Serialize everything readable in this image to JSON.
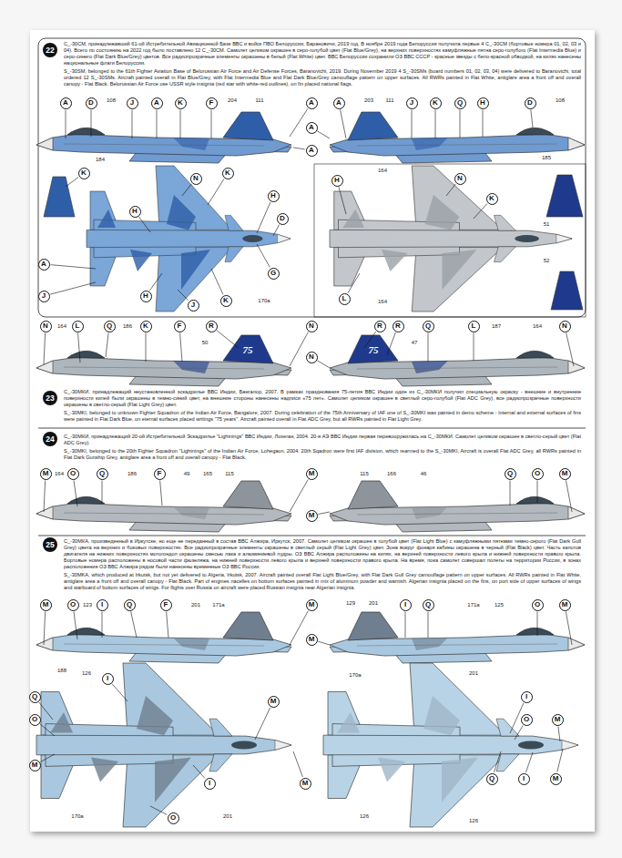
{
  "diagram": {
    "nodes": [
      {
        "text": [
          "22"
        ]
      },
      {
        "text": [
          "A"
        ]
      },
      {
        "text": [
          "D"
        ]
      },
      {
        "text": [
          "J"
        ]
      },
      {
        "text": [
          "A"
        ]
      },
      {
        "text": [
          "K"
        ]
      },
      {
        "text": [
          "F"
        ]
      },
      {
        "text": [
          "A"
        ]
      },
      {
        "text": [
          "A"
        ]
      },
      {
        "text": [
          "A"
        ]
      },
      {
        "text": [
          "A"
        ]
      },
      {
        "text": [
          "J"
        ]
      },
      {
        "text": [
          "K"
        ]
      },
      {
        "text": [
          "Q"
        ]
      },
      {
        "text": [
          "H"
        ]
      },
      {
        "text": [
          "D"
        ]
      },
      {
        "text": [
          "K"
        ]
      },
      {
        "text": [
          "H"
        ]
      },
      {
        "text": [
          "N"
        ]
      },
      {
        "text": [
          "K"
        ]
      },
      {
        "text": [
          "H"
        ]
      },
      {
        "text": [
          "D"
        ]
      },
      {
        "text": [
          "G"
        ]
      },
      {
        "text": [
          "A"
        ]
      },
      {
        "text": [
          "J"
        ]
      },
      {
        "text": [
          "H"
        ]
      },
      {
        "text": [
          "J"
        ]
      },
      {
        "text": [
          "K"
        ]
      },
      {
        "text": [
          "H"
        ]
      },
      {
        "text": [
          "N"
        ]
      },
      {
        "text": [
          "K"
        ]
      },
      {
        "text": [
          "L"
        ]
      },
      {
        "text": [
          "23"
        ]
      },
      {
        "text": [
          "N"
        ]
      },
      {
        "text": [
          "L"
        ]
      },
      {
        "text": [
          "Q"
        ]
      },
      {
        "text": [
          "K"
        ]
      },
      {
        "text": [
          "F"
        ]
      },
      {
        "text": [
          "R"
        ]
      },
      {
        "text": [
          "N"
        ]
      },
      {
        "text": [
          "N"
        ]
      },
      {
        "text": [
          "R"
        ]
      },
      {
        "text": [
          "R"
        ]
      },
      {
        "text": [
          "Q"
        ]
      },
      {
        "text": [
          "L"
        ]
      },
      {
        "text": [
          "N"
        ]
      },
      {
        "text": [
          "24"
        ]
      },
      {
        "text": [
          "M"
        ]
      },
      {
        "text": [
          "O"
        ]
      },
      {
        "text": [
          "Q"
        ]
      },
      {
        "text": [
          "F"
        ]
      },
      {
        "text": [
          "M"
        ]
      },
      {
        "text": [
          "M"
        ]
      },
      {
        "text": [
          "Q"
        ]
      },
      {
        "text": [
          "O"
        ]
      },
      {
        "text": [
          "M"
        ]
      },
      {
        "text": [
          "25"
        ]
      },
      {
        "text": [
          "M"
        ]
      },
      {
        "text": [
          "O"
        ]
      },
      {
        "text": [
          "I"
        ]
      },
      {
        "text": [
          "Q"
        ]
      },
      {
        "text": [
          "F"
        ]
      },
      {
        "text": [
          "M"
        ]
      },
      {
        "text": [
          "M"
        ]
      },
      {
        "text": [
          "I"
        ]
      },
      {
        "text": [
          "Q"
        ]
      },
      {
        "text": [
          "O"
        ]
      },
      {
        "text": [
          "M"
        ]
      },
      {
        "text": [
          "I"
        ]
      },
      {
        "text": [
          "Q"
        ]
      },
      {
        "text": [
          "O"
        ]
      },
      {
        "text": [
          "M"
        ]
      },
      {
        "text": [
          "M"
        ]
      },
      {
        "text": [
          "I"
        ]
      },
      {
        "text": [
          "O"
        ]
      },
      {
        "text": [
          "M"
        ]
      },
      {
        "text": [
          "I"
        ]
      },
      {
        "text": [
          "O"
        ]
      },
      {
        "text": [
          "M"
        ]
      },
      {
        "text": [
          "Q"
        ]
      },
      {
        "text": [
          "I"
        ]
      },
      {
        "text": [
          "M"
        ]
      }
    ],
    "labels": [
      "С_-30СМ, принадлежавший 61-ой Истребительной Авиационной Базе ВВС и войск ПВО Белоруссии, Барановичи, 2019 год. В ноябре 2019 года Белоруссия получила первые 4 С_-30СМ (бортовые номера 01, 02, 03 и 04). Всего по состоянию на 2022 год было поставлено 12 С_-30СМ. Самолет целиком окрашен в серо-голубой цвет (Flat Blue/Grey), на верхних поверхностях камуфляжные пятна серо-голубого (Flat Intermedia Blue) и серо-синего (Flat Dark Blue/Grey) цветов. Все радиопрозрачные элементы окрашены в белый (Flat White) цвет. ВВС Белоруссии сохранили ОЗ ВВС СССР - красные звезды с бело-красной обводкой, на килях нанесены национальные флаги Белоруссии.",
      "S_-30SM, belonged to the 61th Fighter Aviation Base of Belorussian Air Force and Air Defense Forces, Baranovichi, 2019. During November 2019 4 S_-30SMs (board numbers 01, 02, 03, 04) were delivered to Baranovichi, total ordered 12 S_-30SMs. Aircraft painted overall in Flat Blue/Grey, with Flat Intermedia Blue and Flat Dark Blue/Grey camouflage pattern on upper surfaces. All RWRs painted in Flat White, antiglare area a front off and overall canopy - Flat Black. Belorussian Air Force use USSR style insignia (red star with white-red outlines), on fin placed national flags.",
      "108",
      "204",
      "111",
      "203",
      "111",
      "108",
      "184",
      "185",
      "170a",
      "164",
      "51",
      "52",
      "164",
      "164",
      "186",
      "50",
      "75",
      "47",
      "75",
      "187",
      "164",
      "С_-30МКИ, принадлежащий неустановленной эскадрилье ВВС Индии, Бангалор, 2007. В рамках празднования 75-летия ВВС Индии один из С_-30МКИ получил специальную окраску - внешние и внутренние поверхности килей были окрашены в темно-синий цвет, на внешние стороны нанесены надписи «75 лет». Самолет целиком окрашен в светлый серо-голубой (Flat ADC Grey), все радиопрозрачные поверхности окрашены в светло-серый (Flat Light Grey) цвет.",
      "S_-30MKI, belonged to unknown Fighter Squadron of the Indian Air Force, Bangalore, 2007. During celebration of the 75th Anniversary of IAF one of S_-30MKI was painted in demo scheme - internal and external surfaces of fins were painted in Flat Dark Blue, on eternal surfaces placed writings \"75 years\". Aircraft painted overall in Flat ADC Grey, but all RWRs painted in Flat Light Grey.",
      "С_-30МКИ, принадлежащий 20-ой Истребительной Эскадрилье \"Lightnings\" ВВС Индии, Лохеган, 2004. 20-я АЭ ВВС Индии первая перевооружилась на С_-30МКИ. Самолет целиком окрашен в светло-серый цвет (Flat ADC Grey).",
      "S_-30MKI, belonged to the 20th Fighter Squadron \"Lightnings\" of the Indian Air Force, Lohegaon, 2004. 20th Sqadron were first IAF division, which rearmed to the S_-30MKI, Aircraft is overall Flat ADC Grey, all RWRs painted in Flat Dark Gunship Grey, antiglare area a front off and overall canopy - Flat Black.",
      "164",
      "186",
      "49",
      "165",
      "115",
      "115",
      "166",
      "46",
      "С_-30МКА, произведенный в Иркутске, но еще не переданный в состав ВВС Алжира, Иркутск, 2007. Самолет целиком окрашен в голубой цвет (Flat Light Blue) с камуфляжными пятнами темно-серого (Flat Dark Gull Grey) цвета на верхних и боковых поверхностях. Все радиопрозрачные элементы окрашены в светлый серый (Flat Light Grey) цвет. Зона вокруг фонаря кабины окрашена в черный (Flat Black) цвет. Часть капотов двигателя на нижних поверхностях мотогондол окрашены смесью лака и алюминиевой пудры. ОЗ ВВС Алжира расположены на килях, на верхней поверхности левого крыла и нижней поверхности правого крыла. Бортовые номера расположены в носовой части фюзеляжа, на нижней поверхности левого крыла и верхней поверхности правого крыла. На время, пока самолет совершал полеты на территории России, в зонах расположения ОЗ ВВС Алжира рядом были нанесены временные ОЗ ВВС России.",
      "S_-30MKA, which produced at Irkutsk, but not yet delivered to Algeria, Irkutsk, 2007. Aircraft painted overall Flat Light Blue/Grey, with Flat Dark Gull Grey camouflage pattern on upper surfaces. All RWRs painted in Flat White, antiglare area a front off and overall canopy - Flat Black. Part of engines nacelles on bottom surfaces painted in mix of aluminum powder and warnish. Algerian insignia placed on the fins, on port side of upper surfaces of wings and starboard of bottom surfaces of wings. For flights over Russia on aircraft were placed Russian insignia near Algerian insignia.",
      "123",
      "201",
      "171a",
      "129",
      "201",
      "171a",
      "125",
      "188",
      "126",
      "170a",
      "201",
      "170a",
      "201",
      "126",
      "126"
    ]
  }
}
